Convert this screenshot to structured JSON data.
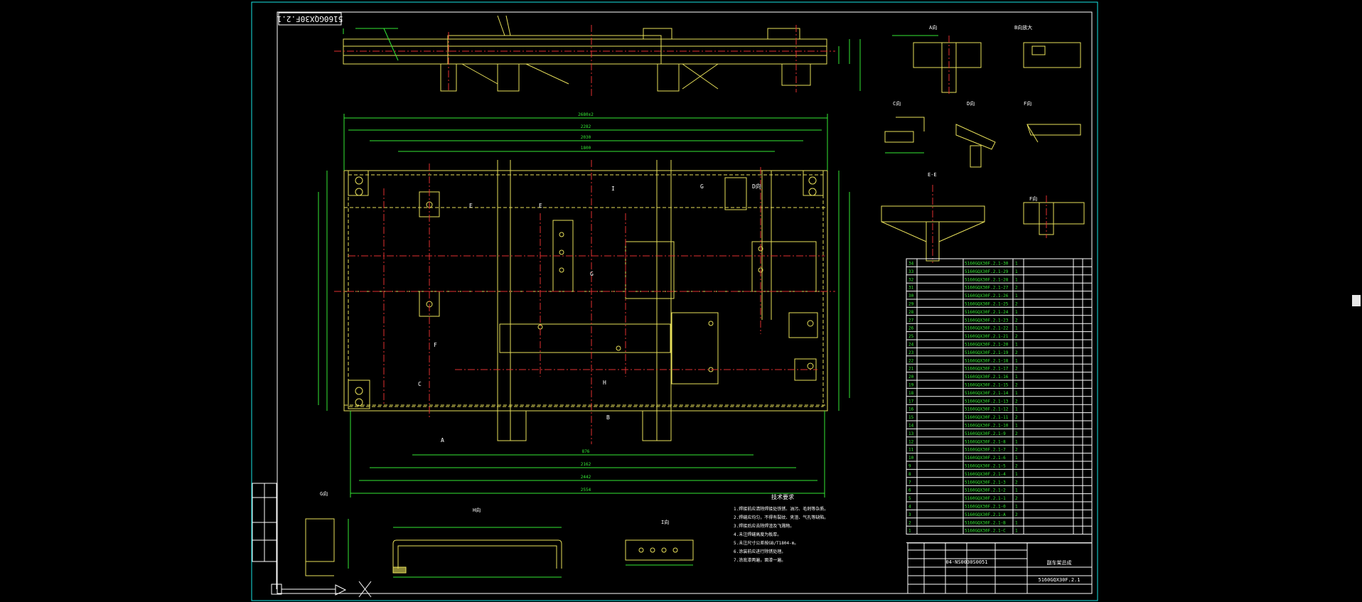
{
  "drawing": {
    "title_block": {
      "part_number": "5160GQX30F.2.1",
      "mirrored_code": "5160GQX30F.2.1",
      "doc_code": "04-NS0030S0051",
      "name": "副车架总成"
    },
    "view_labels": {
      "A": "A向",
      "B": "B向放大",
      "C": "C向",
      "D": "D向",
      "E": "E-E",
      "F": "F向",
      "G": "G向",
      "H": "H向",
      "I": "I向",
      "plan_A": "A",
      "plan_B": "B",
      "plan_C": "C",
      "plan_E1": "E",
      "plan_E2": "E",
      "plan_F": "F",
      "plan_G": "G",
      "plan_H": "H",
      "plan_I": "I"
    },
    "tech_req_title": "技术要求",
    "tech_reqs": [
      "1.焊接前应清除焊接处铁锈、油污、毛刺等杂质。",
      "2.焊缝应均匀，不得有裂纹、夹渣、气孔等缺陷。",
      "3.焊接后应去除焊渣及飞溅物。",
      "4.未注焊缝高度为板厚。",
      "5.未注尺寸公差按GB/T1804-m。",
      "6.涂装前应进行除锈处理。",
      "7.涂底漆两遍，面漆一遍。"
    ],
    "dims_overall": [
      "2680±2",
      "2282",
      "2030",
      "1800",
      "876",
      "2162",
      "2442",
      "2554"
    ],
    "parts_table": {
      "rows": [
        [
          "34",
          "5160GQX30F.2.1-30",
          "1"
        ],
        [
          "33",
          "5160GQX30F.2.1-29",
          "1"
        ],
        [
          "32",
          "5160GQX30F.2.1-28",
          "1"
        ],
        [
          "31",
          "5160GQX30F.2.1-27",
          "2"
        ],
        [
          "30",
          "5160GQX30F.2.1-26",
          "1"
        ],
        [
          "29",
          "5160GQX30F.2.1-25",
          "2"
        ],
        [
          "28",
          "5160GQX30F.2.1-24",
          "1"
        ],
        [
          "27",
          "5160GQX30F.2.1-23",
          "2"
        ],
        [
          "26",
          "5160GQX30F.2.1-22",
          "1"
        ],
        [
          "25",
          "5160GQX30F.2.1-21",
          "2"
        ],
        [
          "24",
          "5160GQX30F.2.1-20",
          "1"
        ],
        [
          "23",
          "5160GQX30F.2.1-19",
          "2"
        ],
        [
          "22",
          "5160GQX30F.2.1-18",
          "1"
        ],
        [
          "21",
          "5160GQX30F.2.1-17",
          "2"
        ],
        [
          "20",
          "5160GQX30F.2.1-16",
          "1"
        ],
        [
          "19",
          "5160GQX30F.2.1-15",
          "2"
        ],
        [
          "18",
          "5160GQX30F.2.1-14",
          "1"
        ],
        [
          "17",
          "5160GQX30F.2.1-13",
          "2"
        ],
        [
          "16",
          "5160GQX30F.2.1-12",
          "1"
        ],
        [
          "15",
          "5160GQX30F.2.1-11",
          "2"
        ],
        [
          "14",
          "5160GQX30F.2.1-10",
          "1"
        ],
        [
          "13",
          "5160GQX30F.2.1-9",
          "2"
        ],
        [
          "12",
          "5160GQX30F.2.1-8",
          "1"
        ],
        [
          "11",
          "5160GQX30F.2.1-7",
          "2"
        ],
        [
          "10",
          "5160GQX30F.2.1-6",
          "1"
        ],
        [
          "9",
          "5160GQX30F.2.1-5",
          "2"
        ],
        [
          "8",
          "5160GQX30F.2.1-4",
          "1"
        ],
        [
          "7",
          "5160GQX30F.2.1-3",
          "2"
        ],
        [
          "6",
          "5160GQX30F.2.1-2",
          "1"
        ],
        [
          "5",
          "5160GQX30F.2.1-1",
          "2"
        ],
        [
          "4",
          "5160GQX30F.2.1-0",
          "1"
        ],
        [
          "3",
          "5160GQX30F.2.1-A",
          "2"
        ],
        [
          "2",
          "5160GQX30F.2.1-B",
          "1"
        ],
        [
          "1",
          "5160GQX30F.2.1-C",
          "1"
        ]
      ]
    },
    "colors": {
      "background": "#000000",
      "frame": "#19e6e6",
      "outline": "#e8e05a",
      "centerline": "#e03030",
      "dimension": "#34e834"
    }
  }
}
